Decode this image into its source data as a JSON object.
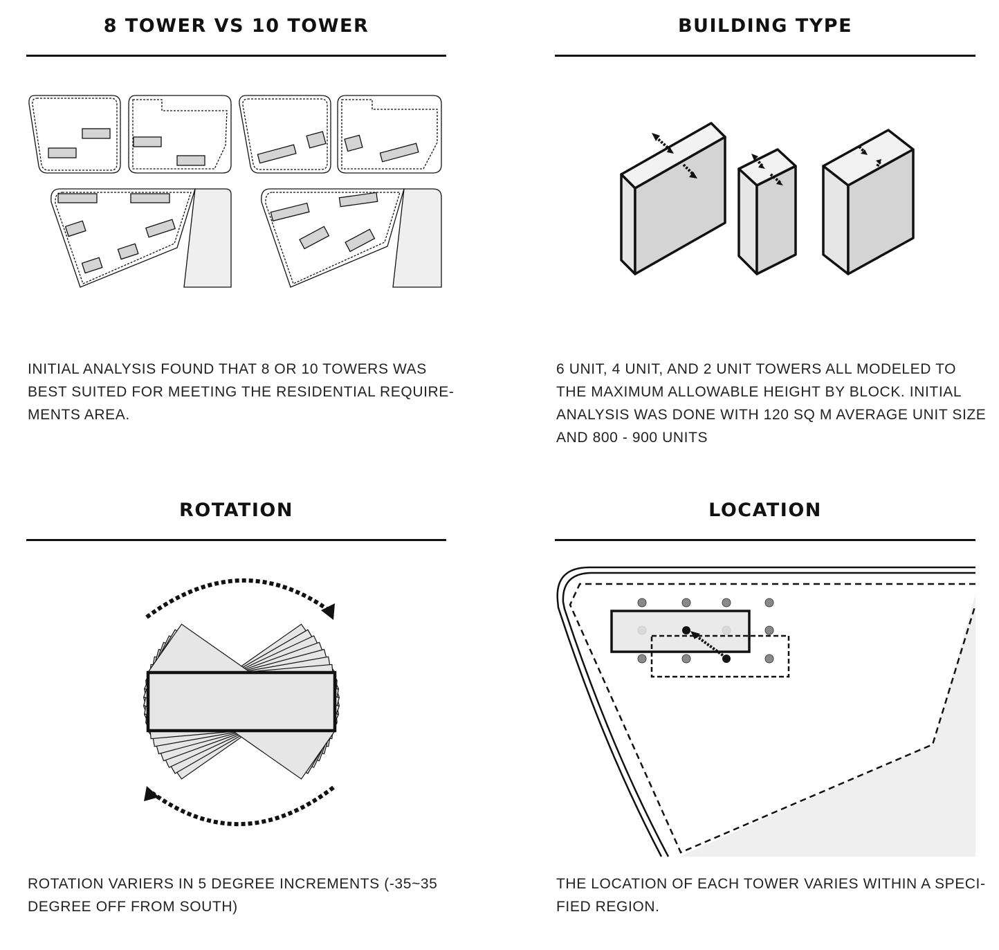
{
  "panels": {
    "tower_count": {
      "title": "8 TOWER VS 10 TOWER",
      "caption": [
        "INITIAL ANALYSIS FOUND THAT 8 OR 10 TOWERS WAS",
        "BEST SUITED FOR MEETING THE RESIDENTIAL REQUIRE-",
        "MENTS AREA."
      ]
    },
    "building_type": {
      "title": "BUILDING TYPE",
      "caption": [
        "6 UNIT, 4 UNIT, AND 2 UNIT TOWERS ALL MODELED TO",
        "THE MAXIMUM ALLOWABLE HEIGHT BY BLOCK. INITIAL",
        "ANALYSIS WAS DONE WITH 120 SQ M AVERAGE UNIT SIZE",
        "AND 800 - 900 UNITS"
      ]
    },
    "rotation": {
      "title": "ROTATION",
      "caption": [
        "ROTATION VARIERS IN 5 DEGREE INCREMENTS (-35~35",
        "DEGREE OFF FROM SOUTH)"
      ]
    },
    "location": {
      "title": "LOCATION",
      "caption": [
        "THE LOCATION OF EACH TOWER VARIES WITHIN A SPECI-",
        "FIED REGION."
      ]
    }
  },
  "colors": {
    "ink": "#111111",
    "building_fill": "#d4d4d4",
    "building_side": "#e6e6e6",
    "site_fill": "#efefef",
    "grid_dot": "#8a8a8a"
  }
}
